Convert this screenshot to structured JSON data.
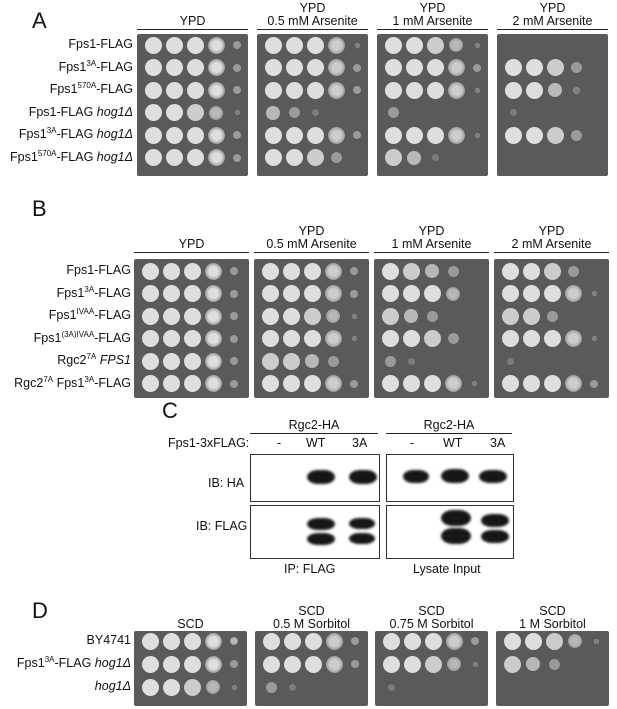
{
  "panelA": {
    "letter": "A",
    "conditions": [
      {
        "line1": "",
        "line2": "YPD"
      },
      {
        "line1": "YPD",
        "line2": "0.5 mM Arsenite"
      },
      {
        "line1": "YPD",
        "line2": "1 mM Arsenite"
      },
      {
        "line1": "YPD",
        "line2": "2 mM Arsenite"
      }
    ],
    "rows": [
      {
        "base": "Fps1-FLAG",
        "sup": "",
        "tail": "",
        "italic": ""
      },
      {
        "base": "Fps1",
        "sup": "3A",
        "tail": "-FLAG",
        "italic": ""
      },
      {
        "base": "Fps1",
        "sup": "570A",
        "tail": "-FLAG",
        "italic": ""
      },
      {
        "base": "Fps1-FLAG ",
        "sup": "",
        "tail": "",
        "italic": "hog1Δ"
      },
      {
        "base": "Fps1",
        "sup": "3A",
        "tail": "-FLAG ",
        "italic": "hog1Δ"
      },
      {
        "base": "Fps1",
        "sup": "570A",
        "tail": "-FLAG ",
        "italic": "hog1Δ"
      }
    ],
    "growth": [
      [
        5,
        5,
        5,
        5,
        2,
        5,
        5,
        5,
        4,
        1,
        5,
        5,
        4,
        3,
        1,
        0,
        0,
        0,
        0,
        0
      ],
      [
        5,
        5,
        5,
        5,
        2,
        5,
        5,
        5,
        4,
        2,
        5,
        5,
        5,
        4,
        2,
        5,
        5,
        4,
        2,
        0
      ],
      [
        5,
        5,
        5,
        5,
        2,
        5,
        5,
        5,
        4,
        2,
        5,
        5,
        5,
        4,
        1,
        5,
        5,
        3,
        1,
        0
      ],
      [
        5,
        5,
        4,
        3,
        1,
        3,
        2,
        1,
        0,
        0,
        2,
        0,
        0,
        0,
        0,
        1,
        0,
        0,
        0,
        0
      ],
      [
        5,
        5,
        5,
        5,
        2,
        5,
        5,
        5,
        4,
        2,
        5,
        5,
        5,
        4,
        1,
        5,
        5,
        4,
        2,
        0
      ],
      [
        5,
        5,
        5,
        5,
        2,
        5,
        5,
        4,
        2,
        0,
        4,
        3,
        1,
        0,
        0,
        0,
        0,
        0,
        0,
        0
      ]
    ]
  },
  "panelB": {
    "letter": "B",
    "conditions": [
      {
        "line1": "",
        "line2": "YPD"
      },
      {
        "line1": "YPD",
        "line2": "0.5 mM Arsenite"
      },
      {
        "line1": "YPD",
        "line2": "1 mM Arsenite"
      },
      {
        "line1": "YPD",
        "line2": "2 mM Arsenite"
      }
    ],
    "rows": [
      {
        "base": "Fps1-FLAG",
        "sup": "",
        "tail": "",
        "italic": ""
      },
      {
        "base": "Fps1",
        "sup": "3A",
        "tail": "-FLAG",
        "italic": ""
      },
      {
        "base": "Fps1",
        "sup": "IVAA",
        "tail": "-FLAG",
        "italic": ""
      },
      {
        "base": "Fps1",
        "sup": "(3A)IVAA",
        "tail": "-FLAG",
        "italic": ""
      },
      {
        "base": "Rgc2",
        "sup": "7A",
        "tail": " ",
        "italic": "FPS1"
      },
      {
        "base": "Rgc2",
        "sup": "7A",
        "tail": " Fps1",
        "italic": "",
        "sup2": "3A",
        "tail2": "-FLAG"
      }
    ],
    "growth": [
      [
        5,
        5,
        5,
        5,
        2,
        5,
        5,
        5,
        4,
        2,
        5,
        4,
        3,
        2,
        0,
        5,
        5,
        4,
        2,
        0
      ],
      [
        5,
        5,
        5,
        5,
        2,
        5,
        5,
        5,
        4,
        2,
        5,
        5,
        5,
        3,
        0,
        5,
        5,
        5,
        4,
        1
      ],
      [
        5,
        5,
        5,
        5,
        2,
        5,
        5,
        4,
        3,
        1,
        4,
        3,
        2,
        0,
        0,
        4,
        4,
        2,
        0,
        0
      ],
      [
        5,
        5,
        5,
        5,
        2,
        5,
        5,
        5,
        4,
        1,
        5,
        5,
        4,
        2,
        0,
        5,
        5,
        5,
        4,
        1
      ],
      [
        5,
        5,
        5,
        5,
        2,
        4,
        4,
        3,
        2,
        0,
        2,
        1,
        0,
        0,
        0,
        1,
        0,
        0,
        0,
        0
      ],
      [
        5,
        5,
        5,
        5,
        2,
        5,
        5,
        5,
        4,
        2,
        5,
        5,
        5,
        4,
        1,
        5,
        5,
        5,
        4,
        2
      ]
    ]
  },
  "panelC": {
    "letter": "C",
    "group1": "Rgc2-HA",
    "group2": "Rgc2-HA",
    "row_label": "Fps1-3xFLAG:",
    "lanes": [
      "-",
      "WT",
      "3A",
      "-",
      "WT",
      "3A"
    ],
    "blot1_label": "IB: HA",
    "blot2_label": "IB: FLAG",
    "foot1": "IP: FLAG",
    "foot2": "Lysate Input"
  },
  "panelD": {
    "letter": "D",
    "conditions": [
      {
        "line1": "",
        "line2": "SCD"
      },
      {
        "line1": "SCD",
        "line2": "0.5 M Sorbitol"
      },
      {
        "line1": "SCD",
        "line2": "0.75 M Sorbitol"
      },
      {
        "line1": "SCD",
        "line2": "1 M Sorbitol"
      }
    ],
    "rows": [
      {
        "base": "BY4741",
        "sup": "",
        "tail": "",
        "italic": ""
      },
      {
        "base": "Fps1",
        "sup": "3A",
        "tail": "-FLAG ",
        "italic": "hog1Δ"
      },
      {
        "base": "",
        "sup": "",
        "tail": "",
        "italic": "hog1Δ"
      }
    ],
    "growth": [
      [
        5,
        5,
        5,
        5,
        3,
        5,
        5,
        5,
        4,
        2,
        5,
        5,
        5,
        4,
        2,
        5,
        5,
        4,
        3,
        1
      ],
      [
        5,
        5,
        5,
        5,
        2,
        5,
        5,
        5,
        4,
        2,
        5,
        5,
        4,
        3,
        1,
        4,
        3,
        2,
        0,
        0
      ],
      [
        5,
        5,
        4,
        3,
        1,
        2,
        1,
        0,
        0,
        0,
        1,
        0,
        0,
        0,
        0,
        0,
        0,
        0,
        0,
        0
      ]
    ]
  }
}
